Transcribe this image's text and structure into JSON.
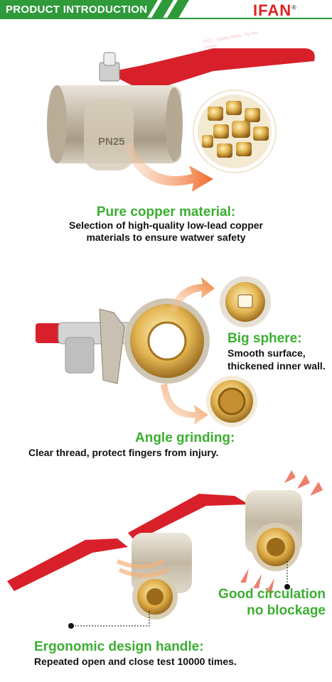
{
  "header": {
    "title": "PRODUCT INTRODUCTION",
    "logo": "IFAN",
    "logo_mark": "®",
    "colors": {
      "bar": "#2e9a3a",
      "logo": "#e02020"
    }
  },
  "valve_top": {
    "body_marking": "PN25",
    "handle_text": "ITEC · Quality Made · By Ifan Group"
  },
  "section1": {
    "title": "Pure copper material:",
    "line1": "Selection of high-quality low-lead copper",
    "line2": "materials to ensure watwer safety"
  },
  "section2": {
    "title1": "Big sphere:",
    "desc1_line1": "Smooth surface,",
    "desc1_line2": "thickened inner wall.",
    "title2": "Angle grinding:",
    "desc2": "Clear thread, protect fingers from injury."
  },
  "section3": {
    "title1": "Good circulation",
    "title1_line2": "no blockage",
    "title2": "Ergonomic design handle:",
    "desc2": "Repeated open and close test 10000 times."
  },
  "colors": {
    "accent_green": "#3cae32",
    "handle_red": "#d8202a",
    "arrow_orange": "#f08a3c",
    "brass": "#d9a441"
  }
}
